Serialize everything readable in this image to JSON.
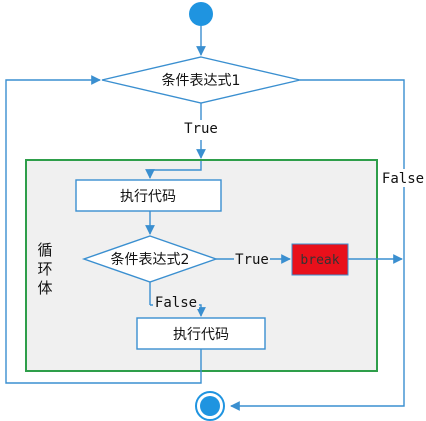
{
  "diagram": {
    "condition1": "条件表达式1",
    "condition2": "条件表达式2",
    "exec1": "执行代码",
    "exec2": "执行代码",
    "label_true_outer": "True",
    "label_false_outer": "False",
    "label_true_inner": "True",
    "label_false_inner": "False",
    "break_label": "break",
    "loop_label": [
      "循",
      "环",
      "体"
    ]
  },
  "colors": {
    "flow_line": "#3a8fd0",
    "terminal": "#1f94e0",
    "loop_border": "#2e9e4a",
    "loop_fill": "#f0f0f0",
    "break_fill": "#e8101b"
  }
}
